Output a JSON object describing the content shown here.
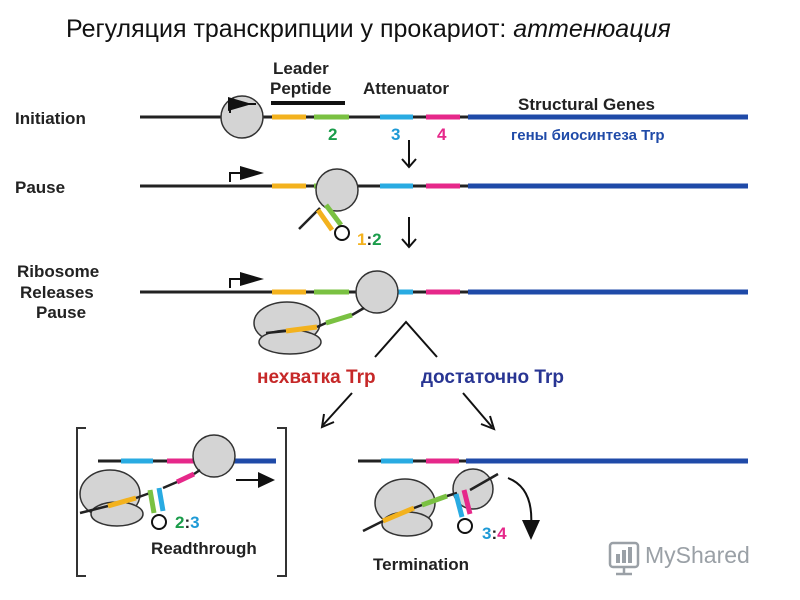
{
  "title": {
    "plain": "Регуляция транскрипции у прокариот: ",
    "italic": "аттенюация"
  },
  "header_labels": {
    "leader_line1": "Leader",
    "leader_line2": "Peptide",
    "attenuator": "Attenuator",
    "structural_genes": "Structural Genes",
    "structural_genes_ru": "гены биосинтеза Trp"
  },
  "stages": {
    "initiation": "Initiation",
    "pause": "Pause",
    "ribosome_line1": "Ribosome",
    "ribosome_line2": "Releases",
    "ribosome_line3": "Pause",
    "readthrough": "Readthrough",
    "termination": "Termination"
  },
  "region_numbers": {
    "n2": "2",
    "n3": "3",
    "n4": "4"
  },
  "pairings": {
    "p12_a": "1",
    "p12_sep": ":",
    "p12_b": "2",
    "p23_a": "2",
    "p23_sep": ":",
    "p23_b": "3",
    "p34_a": "3",
    "p34_sep": ":",
    "p34_b": "4"
  },
  "conditions": {
    "low_trp": "нехватка Trp",
    "high_trp": "достаточно Trp"
  },
  "watermark": "MyShared",
  "colors": {
    "region1": "#f3b21e",
    "region2": "#7ac142",
    "region3": "#29abe2",
    "region4": "#e6288a",
    "structural": "#1f4aa8",
    "low_trp_text": "#c62828",
    "high_trp_text": "#283593",
    "num2": "#1a9c4a",
    "num3": "#1e9ad6",
    "num4": "#e6288a",
    "blob_fill": "#d4d4d4",
    "blob_stroke": "#333333"
  }
}
